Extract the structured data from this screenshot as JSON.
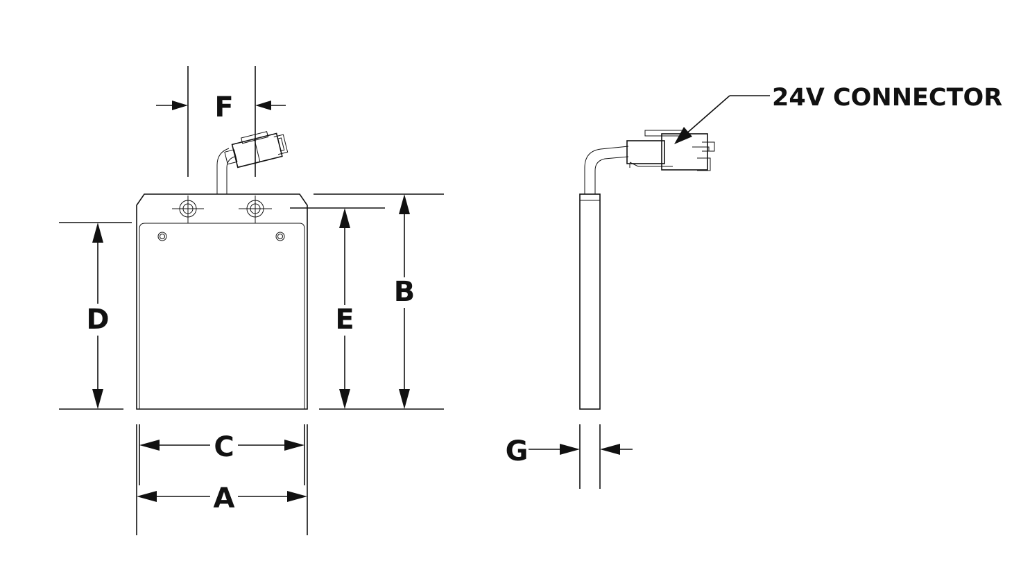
{
  "labels": {
    "A": "A",
    "B": "B",
    "C": "C",
    "D": "D",
    "E": "E",
    "F": "F",
    "G": "G",
    "connector": "24V CONNECTOR"
  },
  "colors": {
    "line": "#111111",
    "background": "#ffffff"
  }
}
